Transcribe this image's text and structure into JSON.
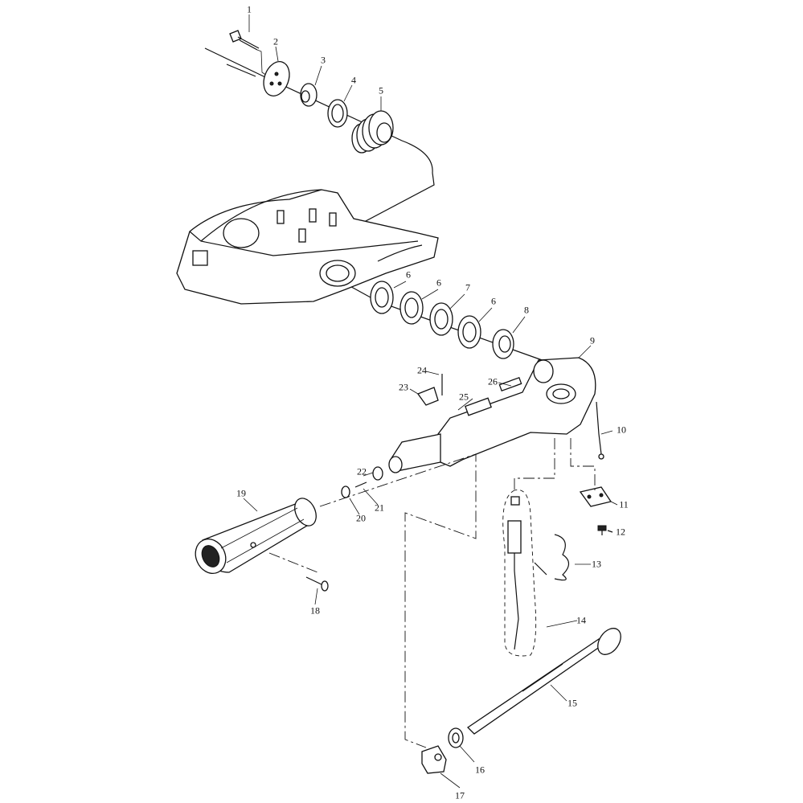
{
  "diagram": {
    "type": "exploded-parts-diagram",
    "callouts": [
      "1",
      "2",
      "3",
      "4",
      "5",
      "6",
      "6",
      "7",
      "6",
      "8",
      "9",
      "10",
      "11",
      "12",
      "13",
      "14",
      "15",
      "16",
      "17",
      "18",
      "19",
      "20",
      "21",
      "22",
      "23",
      "24",
      "25",
      "26"
    ]
  }
}
